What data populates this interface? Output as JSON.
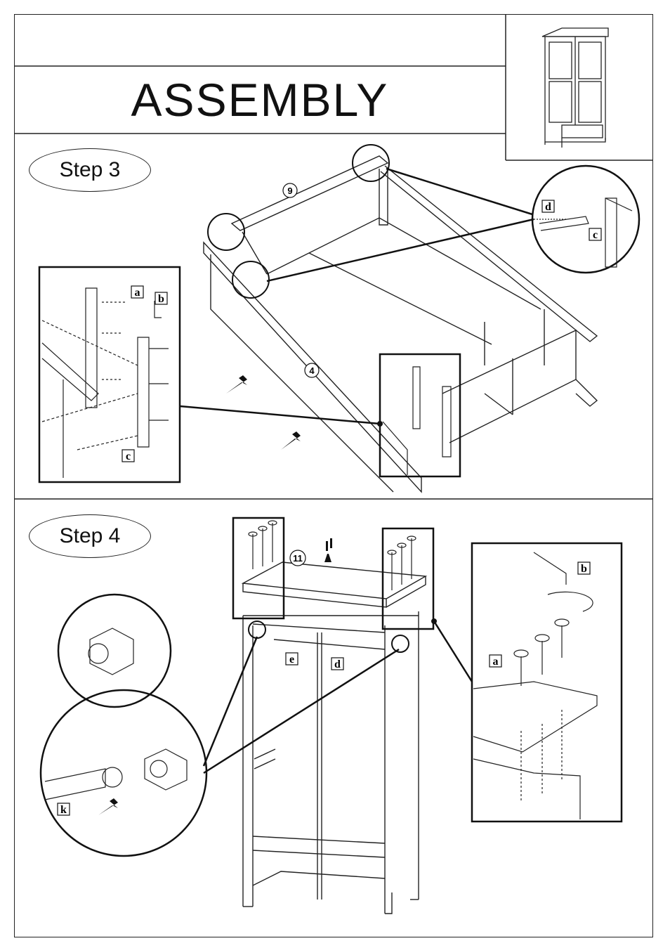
{
  "header": {
    "title": "ASSEMBLY"
  },
  "steps": [
    {
      "label": "Step 3"
    },
    {
      "label": "Step 4"
    }
  ],
  "parts": {
    "a": "a",
    "b": "b",
    "c": "c",
    "d": "d",
    "e": "e",
    "k": "k",
    "n4": "4",
    "n9": "9",
    "n11": "11"
  }
}
